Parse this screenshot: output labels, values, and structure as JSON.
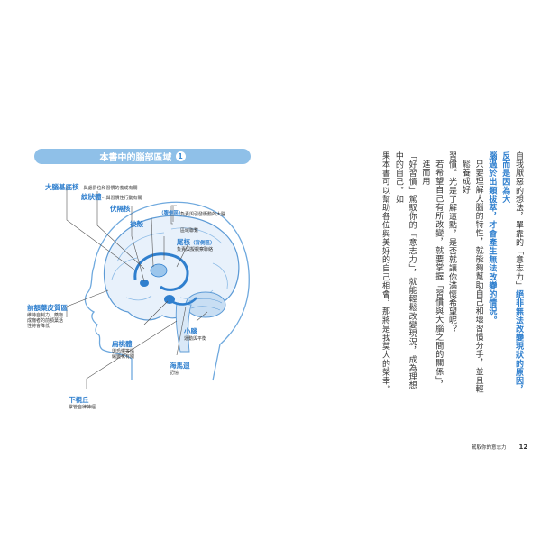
{
  "figure": {
    "title": "本書中的腦部區域",
    "number": "1",
    "labels": {
      "basal_ganglia": {
        "title": "大腦基底核",
        "desc": "⋯與處罰位和習慣的養成有關"
      },
      "striatum": {
        "title": "紋狀體",
        "desc": "⋯與習慣性行動有關"
      },
      "nucleus_accumbens": {
        "title": "伏隔核",
        "desc": ""
      },
      "ventral": {
        "title": "（腹側區）",
        "desc": "負責與引發衝動的大腦區域聯繫"
      },
      "shell": {
        "title": "被殼",
        "desc": ""
      },
      "caudate": {
        "title": "尾核",
        "sub": "（背側區）",
        "desc": "負責與擬觀察聯絡"
      },
      "prefrontal": {
        "title": "前額葉皮質區",
        "desc_lines": [
          "維持自制力、藥物",
          "成癮者的前額葉活",
          "性將會降低"
        ]
      },
      "cerebellum": {
        "title": "小腦",
        "desc": "運動與平衡"
      },
      "amygdala": {
        "title": "扁桃體",
        "desc_lines": [
          "與恐懼等情",
          "緒變化有關"
        ]
      },
      "hippocampus": {
        "title": "海馬迴",
        "desc": "記憶"
      },
      "hypothalamus": {
        "title": "下視丘",
        "desc": "掌管自律神經"
      }
    }
  },
  "text": {
    "p1_a": "自我厭惡的想法，單靠的「意志力」",
    "p1_hl1": "絕非無法改變現狀的原因，反而是因為大",
    "p1_hl2": "腦過於出類拔萃，才會產生無法改變的情況。",
    "p2": "只要理解大腦的特性，就能夠幫助自己和壞習慣分手，並且輕鬆養成好",
    "p2b": "習慣。光是了解這點，是否就讓你滿懷希望呢？",
    "p3": "若希望自己有所改變，就要掌握「習慣與大腦之間的關係」，進而用",
    "p3b": "「好習慣」駕馭你的「意志力」，就能輕鬆改變現況，成為理想中的自己。如",
    "p3c": "果本書可以幫助各位與美好的自己相會，那將是我莫大的榮幸。"
  },
  "footer": {
    "running_title": "駕馭你的意志力",
    "page_number": "12"
  }
}
